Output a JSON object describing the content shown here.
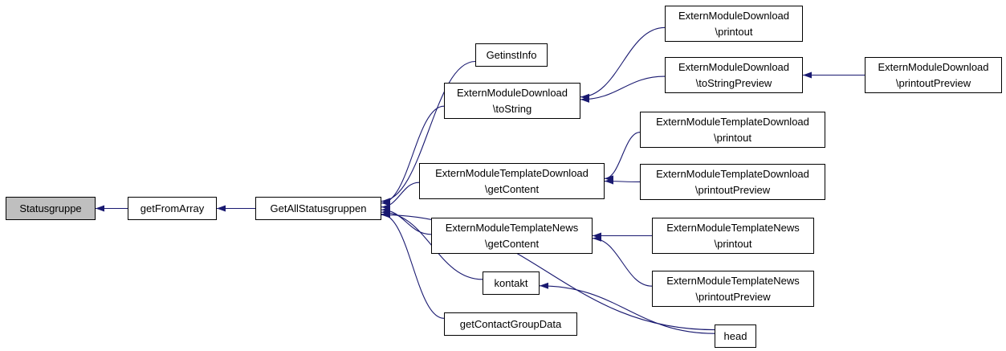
{
  "diagram": {
    "type": "call-graph",
    "edge_color": "#191970",
    "node_border_color": "#000000",
    "node_fill": "#ffffff",
    "highlight_fill": "#bfbfbf",
    "nodes": [
      {
        "id": "statusgruppe",
        "label": "Statusgruppe",
        "highlighted": true
      },
      {
        "id": "getFromArray",
        "label": "getFromArray"
      },
      {
        "id": "GetAllStatusgruppen",
        "label": "GetAllStatusgruppen"
      },
      {
        "id": "GetinstInfo",
        "label": "GetinstInfo"
      },
      {
        "id": "EMD_toString",
        "label": "ExternModuleDownload\n\\toString"
      },
      {
        "id": "EMD_printout",
        "label": "ExternModuleDownload\n\\printout"
      },
      {
        "id": "EMD_toStringPreview",
        "label": "ExternModuleDownload\n\\toStringPreview"
      },
      {
        "id": "EMD_printoutPreview",
        "label": "ExternModuleDownload\n\\printoutPreview"
      },
      {
        "id": "EMTD_printout",
        "label": "ExternModuleTemplateDownload\n\\printout"
      },
      {
        "id": "EMTD_getContent",
        "label": "ExternModuleTemplateDownload\n\\getContent"
      },
      {
        "id": "EMTD_printoutPreview",
        "label": "ExternModuleTemplateDownload\n\\printoutPreview"
      },
      {
        "id": "EMTN_getContent",
        "label": "ExternModuleTemplateNews\n\\getContent"
      },
      {
        "id": "EMTN_printout",
        "label": "ExternModuleTemplateNews\n\\printout"
      },
      {
        "id": "EMTN_printoutPreview",
        "label": "ExternModuleTemplateNews\n\\printoutPreview"
      },
      {
        "id": "kontakt",
        "label": "kontakt"
      },
      {
        "id": "getContactGroupData",
        "label": "getContactGroupData"
      },
      {
        "id": "head",
        "label": "head"
      }
    ],
    "edges": [
      {
        "from": "getFromArray",
        "to": "statusgruppe"
      },
      {
        "from": "GetAllStatusgruppen",
        "to": "getFromArray"
      },
      {
        "from": "GetinstInfo",
        "to": "GetAllStatusgruppen"
      },
      {
        "from": "EMD_toString",
        "to": "GetAllStatusgruppen"
      },
      {
        "from": "EMTD_getContent",
        "to": "GetAllStatusgruppen"
      },
      {
        "from": "EMTN_getContent",
        "to": "GetAllStatusgruppen"
      },
      {
        "from": "kontakt",
        "to": "GetAllStatusgruppen"
      },
      {
        "from": "getContactGroupData",
        "to": "GetAllStatusgruppen"
      },
      {
        "from": "head",
        "to": "GetAllStatusgruppen"
      },
      {
        "from": "EMD_printout",
        "to": "EMD_toString"
      },
      {
        "from": "EMD_toStringPreview",
        "to": "EMD_toString"
      },
      {
        "from": "EMD_printoutPreview",
        "to": "EMD_toStringPreview"
      },
      {
        "from": "EMTD_printout",
        "to": "EMTD_getContent"
      },
      {
        "from": "EMTD_printoutPreview",
        "to": "EMTD_getContent"
      },
      {
        "from": "EMTN_printout",
        "to": "EMTN_getContent"
      },
      {
        "from": "EMTN_printoutPreview",
        "to": "EMTN_getContent"
      },
      {
        "from": "head",
        "to": "kontakt"
      }
    ]
  }
}
